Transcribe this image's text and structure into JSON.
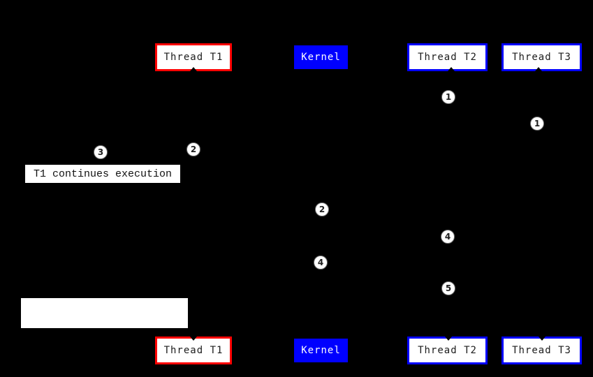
{
  "diagram": {
    "kind": "sequence-diagram",
    "background_color": "#000000",
    "colors": {
      "thread_t1_border": "#ff0000",
      "kernel_fill": "#0000ff",
      "thread_t2_border": "#0000ff",
      "thread_t3_border": "#0000ff",
      "box_fill": "#ffffff",
      "circle_fill": "#ffffff"
    },
    "participants": [
      {
        "label": "Thread T1"
      },
      {
        "label": "Kernel"
      },
      {
        "label": "Thread T2"
      },
      {
        "label": "Thread T3"
      }
    ],
    "sequence_numbers": [
      {
        "value": "1",
        "near": "Thread T2 lifeline, top"
      },
      {
        "value": "1",
        "near": "Thread T3 lifeline, top"
      },
      {
        "value": "3",
        "near": "message into Thread T1"
      },
      {
        "value": "2",
        "near": "Thread T1 lifeline"
      },
      {
        "value": "2",
        "near": "Kernel lifeline"
      },
      {
        "value": "4",
        "near": "Thread T2 lifeline"
      },
      {
        "value": "4",
        "near": "Kernel lifeline"
      },
      {
        "value": "5",
        "near": "Thread T2 lifeline"
      }
    ],
    "message_label": "T1 continues execution",
    "blank_note_text": ""
  }
}
